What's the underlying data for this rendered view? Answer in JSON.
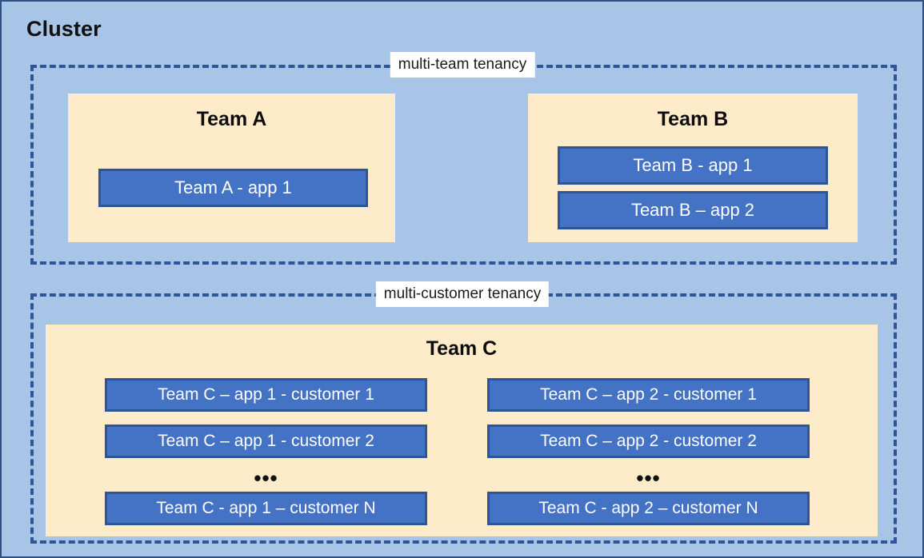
{
  "diagram": {
    "title": "Cluster",
    "background_color": "#a8c4e6",
    "frame_border_color": "#2f4f7f",
    "accent_blue": "#4472c4",
    "accent_blue_border": "#2f5597",
    "team_fill": "#fdebc9",
    "dashed_color": "#2e5597"
  },
  "tenancies": [
    {
      "id": "multi-team",
      "label": "multi-team tenancy",
      "teams": [
        {
          "id": "team-a",
          "title": "Team A",
          "apps": [
            {
              "id": "team-a-app-1",
              "label": "Team A - app 1"
            }
          ]
        },
        {
          "id": "team-b",
          "title": "Team B",
          "apps": [
            {
              "id": "team-b-app-1",
              "label": "Team B - app 1"
            },
            {
              "id": "team-b-app-2",
              "label": "Team B – app 2"
            }
          ]
        }
      ]
    },
    {
      "id": "multi-customer",
      "label": "multi-customer tenancy",
      "teams": [
        {
          "id": "team-c",
          "title": "Team C",
          "columns": [
            {
              "id": "team-c-app-1-column",
              "apps": [
                {
                  "id": "team-c-app-1-customer-1",
                  "label": "Team C – app 1 - customer 1"
                },
                {
                  "id": "team-c-app-1-customer-2",
                  "label": "Team C – app 1 - customer 2"
                },
                {
                  "id": "team-c-app-1-customer-n",
                  "label": "Team C - app 1 – customer N"
                }
              ],
              "ellipsis": "•••"
            },
            {
              "id": "team-c-app-2-column",
              "apps": [
                {
                  "id": "team-c-app-2-customer-1",
                  "label": "Team C – app 2 - customer 1"
                },
                {
                  "id": "team-c-app-2-customer-2",
                  "label": "Team C – app 2 - customer 2"
                },
                {
                  "id": "team-c-app-2-customer-n",
                  "label": "Team C - app 2 – customer N"
                }
              ],
              "ellipsis": "•••"
            }
          ]
        }
      ]
    }
  ]
}
